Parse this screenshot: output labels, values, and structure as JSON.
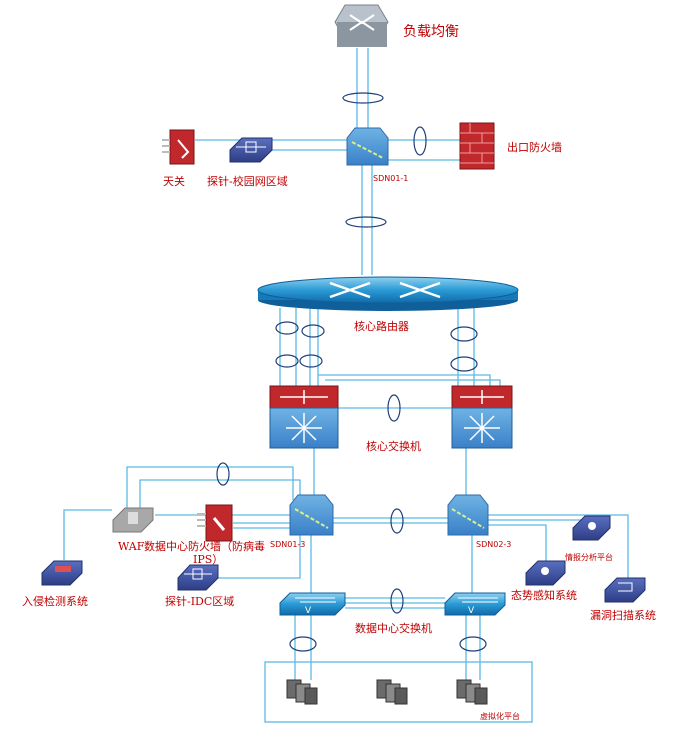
{
  "nodes": {
    "load_balancer": "负载均衡",
    "sdn01_1": "SDN01-1",
    "exit_firewall": "出口防火墙",
    "tianguan": "天关",
    "probe_campus": "探针-校园网区域",
    "core_router": "核心路由器",
    "core_switch": "核心交换机",
    "sdn01_3": "SDN01-3",
    "sdn02_3": "SDN02-3",
    "waf": "WAF",
    "dc_firewall_line1": "数据中心防火墙（防病毒",
    "dc_firewall_line2": "IPS）",
    "ids": "入侵检测系统",
    "probe_idc": "探针-IDC区域",
    "intel_platform": "情报分析平台",
    "situation_awareness": "态势感知系统",
    "vuln_scan": "漏洞扫描系统",
    "dc_switch": "数据中心交换机",
    "virtualization": "虚拟化平台"
  },
  "colors": {
    "link": "#5bbbe6",
    "label": "#c00000",
    "device_blue": "#3a80c8",
    "firewall_red": "#c0282c",
    "probe_navy": "#3b4f9a"
  }
}
